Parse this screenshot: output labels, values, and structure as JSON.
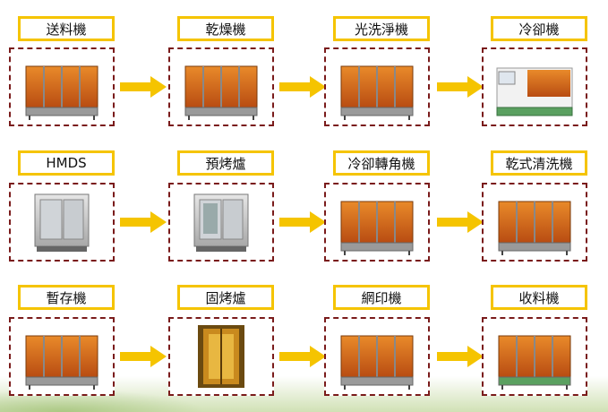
{
  "colors": {
    "label_border": "#f5c400",
    "frame_border": "#7a1b1b",
    "arrow": "#f5c400"
  },
  "rows": [
    [
      {
        "label": "送料機",
        "machine": "orange-enclosure-conveyor"
      },
      {
        "label": "乾燥機",
        "machine": "orange-tall-cabinet"
      },
      {
        "label": "光洗淨機",
        "machine": "orange-wide-cabinet"
      },
      {
        "label": "冷卻機",
        "machine": "green-frame-line"
      }
    ],
    [
      {
        "label": "HMDS",
        "machine": "grey-cabinet"
      },
      {
        "label": "預烤爐",
        "machine": "grey-oven"
      },
      {
        "label": "冷卻轉角機",
        "machine": "orange-corner-unit"
      },
      {
        "label": "乾式清洗機",
        "machine": "orange-frame-cabinet"
      }
    ],
    [
      {
        "label": "暫存機",
        "machine": "orange-low-frame"
      },
      {
        "label": "固烤爐",
        "machine": "orange-oven-interior"
      },
      {
        "label": "網印機",
        "machine": "orange-printer"
      },
      {
        "label": "收料機",
        "machine": "orange-green-line"
      }
    ]
  ]
}
